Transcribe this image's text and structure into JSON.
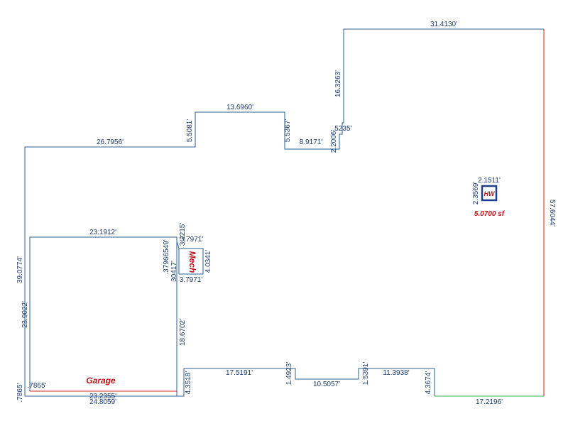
{
  "colors": {
    "wall": "#2e5f92",
    "dim_text": "#1a3a6b",
    "red_edge": "#e2231a",
    "green_edge": "#3aa845",
    "label": "#c0141c",
    "hw_box": "#1e3f8a"
  },
  "rooms": {
    "garage": "Garage",
    "mech": "Mech",
    "hw": "HW",
    "hw_area": "5.0700 sf"
  },
  "dims": {
    "top_right": "31.4130'",
    "upper_vert": "16.3263'",
    "mid_top": "13.6960'",
    "left_top": "26.7956'",
    "step_a": "5.5081'",
    "step_b": "5.5367'",
    "step_c": "8.9171'",
    "step_d": "2.2006'",
    "step_e": ".5235'",
    "right_vert": "57.6044'",
    "left_vert": "39.0774'",
    "garage_top": "23.1912'",
    "garage_left": "23.9022'",
    "garage_right": "18.6702'",
    "garage_red": "23.2355'",
    "bottom_left": "24.8059'",
    "small_left_a": ".7865'",
    "small_left_b": ".7865'",
    "cluster_a": "3.2215'",
    "cluster_b": "3.7971'",
    "cluster_c": ".37966549'",
    "cluster_d": "30417'",
    "mech_right": "4.0341'",
    "mech_bottom": "3.7971'",
    "bottom_a": "4.3518'",
    "bottom_b": "17.5191'",
    "bottom_c": "1.4923'",
    "bottom_d": "10.5057'",
    "bottom_e": "1.5391'",
    "bottom_f": "11.3938'",
    "bottom_g": "4.3674'",
    "bottom_green": "17.2196'",
    "hw_w": "2.1511'",
    "hw_h": "2.3569'"
  }
}
